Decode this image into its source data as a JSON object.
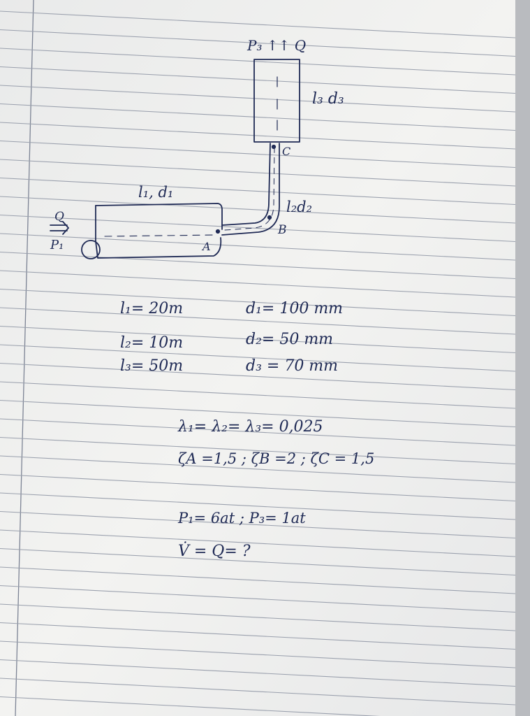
{
  "diagram": {
    "top_label": "P₃ ↑↑ Q",
    "pipe3_label": "l₃ d₃",
    "pipe1_label": "l₁, d₁",
    "pipe2_label": "l₂d₂",
    "inlet_q": "Q",
    "inlet_p": "P₁",
    "point_a": "A",
    "point_b": "B",
    "point_c": "C"
  },
  "givens": {
    "l1": "l₁= 20m",
    "l2": "l₂= 10m",
    "l3": "l₃= 50m",
    "d1": "d₁= 100 mm",
    "d2": "d₂= 50 mm",
    "d3": "d₃ = 70 mm",
    "lambda": "λ₁= λ₂= λ₃= 0,025",
    "zeta": "ζA =1,5 ; ζB =2  ; ζC = 1,5",
    "pressures": "P₁= 6at  ; P₃= 1at",
    "question": "V̇ = Q= ?"
  },
  "colors": {
    "ink": "#1f2a55",
    "paper": "#f4f4f2",
    "rule": "#9aa0ad",
    "margin": "#7c8394"
  }
}
